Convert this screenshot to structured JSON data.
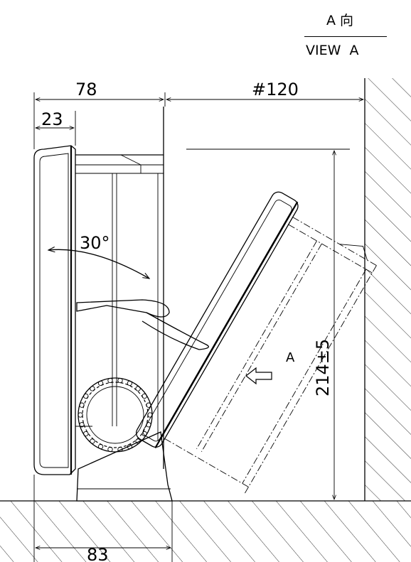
{
  "view_header": {
    "top": "A 向",
    "bottom": "VIEW  A"
  },
  "dimensions": {
    "depth_mount": "78",
    "panel_thickness": "23",
    "wall_clearance": "#120",
    "height": "214±5",
    "base_width": "83",
    "tilt_angle": "30°"
  },
  "view_marker": "A"
}
